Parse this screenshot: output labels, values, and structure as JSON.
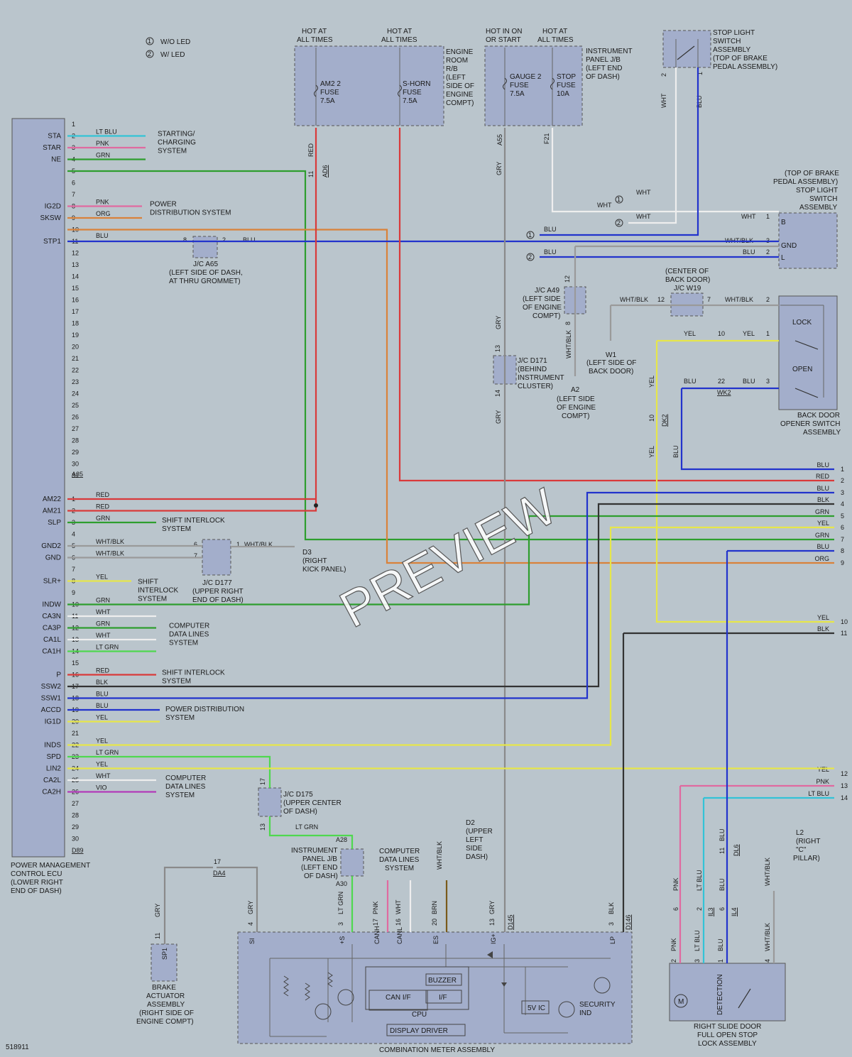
{
  "legend": {
    "items": [
      {
        "num": "1",
        "text": "W/O LED"
      },
      {
        "num": "2",
        "text": "W/ LED"
      }
    ]
  },
  "ecu": {
    "name_lines": [
      "POWER MANAGEMENT",
      "CONTROL ECU",
      "(LOWER RIGHT",
      "END OF DASH)"
    ],
    "connector_a": "A35",
    "connector_d": "D89",
    "pins_a": [
      {
        "pin": "1",
        "term": ""
      },
      {
        "pin": "2",
        "term": "STA"
      },
      {
        "pin": "3",
        "term": "STAR"
      },
      {
        "pin": "4",
        "term": "NE"
      },
      {
        "pin": "5",
        "term": ""
      },
      {
        "pin": "6",
        "term": ""
      },
      {
        "pin": "7",
        "term": ""
      },
      {
        "pin": "8",
        "term": "IG2D"
      },
      {
        "pin": "9",
        "term": "SKSW"
      },
      {
        "pin": "10",
        "term": ""
      },
      {
        "pin": "11",
        "term": "STP1"
      },
      {
        "pin": "12",
        "term": ""
      },
      {
        "pin": "13",
        "term": ""
      },
      {
        "pin": "14",
        "term": ""
      },
      {
        "pin": "15",
        "term": ""
      },
      {
        "pin": "16",
        "term": ""
      },
      {
        "pin": "17",
        "term": ""
      },
      {
        "pin": "18",
        "term": ""
      },
      {
        "pin": "19",
        "term": ""
      },
      {
        "pin": "20",
        "term": ""
      },
      {
        "pin": "21",
        "term": ""
      },
      {
        "pin": "22",
        "term": ""
      },
      {
        "pin": "23",
        "term": ""
      },
      {
        "pin": "24",
        "term": ""
      },
      {
        "pin": "25",
        "term": ""
      },
      {
        "pin": "26",
        "term": ""
      },
      {
        "pin": "27",
        "term": ""
      },
      {
        "pin": "28",
        "term": ""
      },
      {
        "pin": "29",
        "term": ""
      },
      {
        "pin": "30",
        "term": ""
      },
      {
        "pin": "31",
        "term": ""
      }
    ],
    "pins_d": [
      {
        "pin": "1",
        "term": "AM22"
      },
      {
        "pin": "2",
        "term": "AM21"
      },
      {
        "pin": "3",
        "term": "SLP"
      },
      {
        "pin": "4",
        "term": ""
      },
      {
        "pin": "5",
        "term": "GND2"
      },
      {
        "pin": "6",
        "term": "GND"
      },
      {
        "pin": "7",
        "term": ""
      },
      {
        "pin": "8",
        "term": "SLR+"
      },
      {
        "pin": "9",
        "term": ""
      },
      {
        "pin": "10",
        "term": "INDW"
      },
      {
        "pin": "11",
        "term": "CA3N"
      },
      {
        "pin": "12",
        "term": "CA3P"
      },
      {
        "pin": "13",
        "term": "CA1L"
      },
      {
        "pin": "14",
        "term": "CA1H"
      },
      {
        "pin": "15",
        "term": ""
      },
      {
        "pin": "16",
        "term": "P"
      },
      {
        "pin": "17",
        "term": "SSW2"
      },
      {
        "pin": "18",
        "term": "SSW1"
      },
      {
        "pin": "19",
        "term": "ACCD"
      },
      {
        "pin": "20",
        "term": "IG1D"
      },
      {
        "pin": "21",
        "term": ""
      },
      {
        "pin": "22",
        "term": "INDS"
      },
      {
        "pin": "23",
        "term": "SPD"
      },
      {
        "pin": "24",
        "term": "LIN2"
      },
      {
        "pin": "25",
        "term": "CA2L"
      },
      {
        "pin": "26",
        "term": "CA2H"
      },
      {
        "pin": "27",
        "term": ""
      },
      {
        "pin": "28",
        "term": ""
      },
      {
        "pin": "29",
        "term": ""
      },
      {
        "pin": "30",
        "term": ""
      }
    ]
  },
  "wire_labels_a": {
    "p2": "LT BLU",
    "p3": "PNK",
    "p4": "GRN",
    "p8": "PNK",
    "p9": "ORG",
    "p11": "BLU"
  },
  "wire_labels_d": {
    "p1": "RED",
    "p2": "RED",
    "p3": "GRN",
    "p5": "WHT/BLK",
    "p6": "WHT/BLK",
    "p8": "YEL",
    "p10": "GRN",
    "p11": "WHT",
    "p12": "GRN",
    "p13": "WHT",
    "p14": "LT GRN",
    "p16": "RED",
    "p17": "BLK",
    "p18": "BLU",
    "p19": "BLU",
    "p20": "YEL",
    "p22": "YEL",
    "p23": "LT GRN",
    "p24": "YEL",
    "p25": "WHT",
    "p26": "VIO"
  },
  "destinations": {
    "starting": [
      "STARTING/",
      "CHARGING",
      "SYSTEM"
    ],
    "power_dist": [
      "POWER",
      "DISTRIBUTION SYSTEM"
    ],
    "shift1": [
      "SHIFT INTERLOCK",
      "SYSTEM"
    ],
    "shift_slr": [
      "SHIFT",
      "INTERLOCK",
      "SYSTEM"
    ],
    "cdl1": [
      "COMPUTER",
      "DATA LINES",
      "SYSTEM"
    ],
    "shift2": [
      "SHIFT INTERLOCK",
      "SYSTEM"
    ],
    "power_dist2": [
      "POWER DISTRIBUTION",
      "SYSTEM"
    ],
    "cdl2": [
      "COMPUTER",
      "DATA LINES",
      "SYSTEM"
    ],
    "cdl3": [
      "COMPUTER",
      "DATA LINES",
      "SYSTEM"
    ]
  },
  "fuses": {
    "engine_room_header1": [
      "HOT AT",
      "ALL TIMES"
    ],
    "engine_room_header2": [
      "HOT AT",
      "ALL TIMES"
    ],
    "am2": [
      "AM2 2",
      "FUSE",
      "7.5A"
    ],
    "shorn": [
      "S-HORN",
      "FUSE",
      "7.5A"
    ],
    "engine_room_label": [
      "ENGINE",
      "ROOM",
      "R/B",
      "(LEFT",
      "SIDE OF",
      "ENGINE",
      "COMPT)"
    ],
    "ip_header1": [
      "HOT IN ON",
      "OR START"
    ],
    "ip_header2": [
      "HOT AT",
      "ALL TIMES"
    ],
    "gauge": [
      "GAUGE 2",
      "FUSE",
      "7.5A"
    ],
    "stop": [
      "STOP",
      "FUSE",
      "10A"
    ],
    "ip_label": [
      "INSTRUMENT",
      "PANEL J/B",
      "(LEFT END",
      "OF DASH)"
    ],
    "conn_a55": "A55",
    "conn_f21": "F21",
    "conn_ad6": "AD6",
    "ad6_pin": "11"
  },
  "stop_switch_top": {
    "label": [
      "STOP LIGHT",
      "SWITCH",
      "ASSEMBLY",
      "(TOP OF BRAKE",
      "PEDAL ASSEMBLY)"
    ],
    "pin2": "2",
    "pin1": "1",
    "w1": "WHT",
    "w2": "BLU"
  },
  "stop_switch_right": {
    "label": [
      "(TOP OF BRAKE",
      "PEDAL ASSEMBLY)",
      "STOP LIGHT",
      "SWITCH",
      "ASSEMBLY"
    ],
    "t_b": "B",
    "t_gnd": "GND",
    "t_l": "L",
    "p1": "1",
    "p3": "3",
    "p2": "2",
    "w_wht": "WHT",
    "w_whtblk": "WHT/BLK",
    "w_blu": "BLU",
    "c1": "1",
    "c2": "2",
    "cw1": "WHT",
    "cw2": "WHT",
    "cb1": "BLU",
    "cb2": "BLU"
  },
  "jc_a49": {
    "label": [
      "J/C A49",
      "(LEFT SIDE",
      "OF ENGINE",
      "COMPT)"
    ],
    "p12": "12",
    "p8": "8",
    "w": "WHT/BLK"
  },
  "ground_a2": {
    "name": "A2",
    "label": [
      "(LEFT SIDE",
      "OF ENGINE",
      "COMPT)"
    ]
  },
  "jc_d171": {
    "label": [
      "J/C D171",
      "(BEHIND",
      "INSTRUMENT",
      "CLUSTER)"
    ],
    "p13": "13",
    "p14": "14",
    "w1": "GRY",
    "w2": "GRY",
    "w3": "GRY"
  },
  "jc_w19": {
    "label": [
      "(CENTER OF",
      "BACK DOOR)",
      "J/C W19"
    ],
    "p12": "12",
    "p7": "7",
    "wl": "WHT/BLK",
    "wr": "WHT/BLK"
  },
  "ground_w1": {
    "name": "W1",
    "label": [
      "(LEFT SIDE OF",
      "BACK DOOR)"
    ]
  },
  "back_door": {
    "label": [
      "BACK DOOR",
      "OPENER SWITCH",
      "ASSEMBLY"
    ],
    "lock": "LOCK",
    "open": "OPEN",
    "p2": "2",
    "p1": "1",
    "p3": "3",
    "w_yel1": "YEL",
    "w_yel2": "YEL",
    "w_blu1": "BLU",
    "w_blu2": "BLU",
    "c10": "10",
    "c22": "22",
    "wk2": "WK2",
    "dk2": "DK2",
    "dk2pin": "10",
    "v_yel1": "YEL",
    "v_yel2": "YEL",
    "v_blu": "BLU"
  },
  "bus_right": [
    {
      "num": "1",
      "color": "BLU"
    },
    {
      "num": "2",
      "color": "RED"
    },
    {
      "num": "3",
      "color": "BLU"
    },
    {
      "num": "4",
      "color": "BLK"
    },
    {
      "num": "5",
      "color": "GRN"
    },
    {
      "num": "6",
      "color": "YEL"
    },
    {
      "num": "7",
      "color": "GRN"
    },
    {
      "num": "8",
      "color": "BLU"
    },
    {
      "num": "9",
      "color": "ORG"
    },
    {
      "num": "10",
      "color": "YEL"
    },
    {
      "num": "11",
      "color": "BLK"
    },
    {
      "num": "12",
      "color": "YEL"
    },
    {
      "num": "13",
      "color": "PNK"
    },
    {
      "num": "14",
      "color": "LT BLU"
    }
  ],
  "jc_a65": {
    "label": [
      "J/C A65",
      "(LEFT SIDE OF DASH,",
      "AT THRU GROMMET)"
    ],
    "p8": "8",
    "p2": "2",
    "w": "BLU"
  },
  "jc_d177": {
    "label": [
      "J/C D177",
      "(UPPER RIGHT",
      "END OF DASH)"
    ],
    "p6": "6",
    "p7": "7",
    "p1": "1",
    "w": "WHT/BLK"
  },
  "ground_d3": {
    "name": "D3",
    "label": [
      "(RIGHT",
      "KICK PANEL)"
    ]
  },
  "jc_d175": {
    "label": [
      "J/C D175",
      "(UPPER CENTER",
      "OF DASH)"
    ],
    "p17": "17",
    "p13": "13",
    "w": "LT GRN"
  },
  "ip_jb_a28": {
    "label": [
      "INSTRUMENT",
      "PANEL J/B",
      "(LEFT END",
      "OF DASH)"
    ],
    "a28": "A28",
    "a30": "A30"
  },
  "cdl_meter": [
    "COMPUTER",
    "DATA LINES",
    "SYSTEM"
  ],
  "ground_d2": {
    "name": "D2",
    "label": [
      "(UPPER",
      "LEFT",
      "SIDE",
      "DASH)"
    ],
    "w": "WHT/BLK"
  },
  "da4": {
    "conn": "DA4",
    "pin": "17",
    "w": "GRY"
  },
  "brake_actuator": {
    "label": [
      "BRAKE",
      "ACTUATOR",
      "ASSEMBLY",
      "(RIGHT SIDE OF",
      "ENGINE COMPT)"
    ],
    "term": "SP1",
    "pin": "11",
    "w": "GRY"
  },
  "meter": {
    "label": "COMBINATION METER ASSEMBLY",
    "pins": [
      {
        "pin": "4",
        "term": "SI",
        "wire": "GRY"
      },
      {
        "pin": "3",
        "term": "+S",
        "wire": "LT GRN"
      },
      {
        "pin": "17",
        "term": "CANH",
        "wire": "PNK"
      },
      {
        "pin": "16",
        "term": "CANL",
        "wire": "WHT"
      },
      {
        "pin": "20",
        "term": "ES",
        "wire": "BRN"
      },
      {
        "pin": "13",
        "term": "IG+",
        "wire": "GRY"
      },
      {
        "pin": "3",
        "term": "LP",
        "wire": "BLK"
      }
    ],
    "conn_d145": "D145",
    "conn_d146": "D146",
    "buzzer": "BUZZER",
    "can_if": "CAN I/F",
    "if": "I/F",
    "cpu": "CPU",
    "display": "DISPLAY DRIVER",
    "v5": "5V IC",
    "security": [
      "SECURITY",
      "IND"
    ]
  },
  "slide_door": {
    "label": [
      "RIGHT SLIDE DOOR",
      "FULL OPEN STOP",
      "LOCK ASSEMBLY"
    ],
    "motor": "M",
    "detection": "DETECTION",
    "pins": [
      {
        "pin": "2",
        "wire": "PNK"
      },
      {
        "pin": "3",
        "wire": "LT BLU"
      },
      {
        "pin": "1",
        "wire": "BLU"
      },
      {
        "pin": "4",
        "wire": "WHT/BLK"
      }
    ],
    "il3": "IL3",
    "il4": "IL4",
    "dl6": "DL6",
    "c6": "6",
    "c2": "2",
    "c11": "11",
    "c6b": "6",
    "up_pnk": "PNK",
    "up_ltblu": "LT BLU",
    "up_blu": "BLU",
    "up_blu2": "BLU",
    "up_wb": "WHT/BLK"
  },
  "ground_l2": {
    "name": "L2",
    "label": [
      "(RIGHT",
      "\"C\"",
      "PILLAR)"
    ]
  },
  "diagram_id": "518911",
  "watermark": "PREVIEW",
  "colors": {
    "RED": "#d93a3a",
    "BLU": "#2233cc",
    "LT_BLU": "#33c3d6",
    "PNK": "#e06aa0",
    "GRN": "#2e9e2e",
    "LT_GRN": "#4fd84f",
    "ORG": "#d9823a",
    "YEL": "#e6e64a",
    "BLK": "#333333",
    "WHT": "#f2f2f2",
    "GRY": "#8a8a8a",
    "VIO": "#b23ab8",
    "BRN": "#7a5a1a",
    "WHTBLK": "#9a9a9a",
    "ecu_fill": "#a3aecb",
    "background": "#bac5cc"
  }
}
